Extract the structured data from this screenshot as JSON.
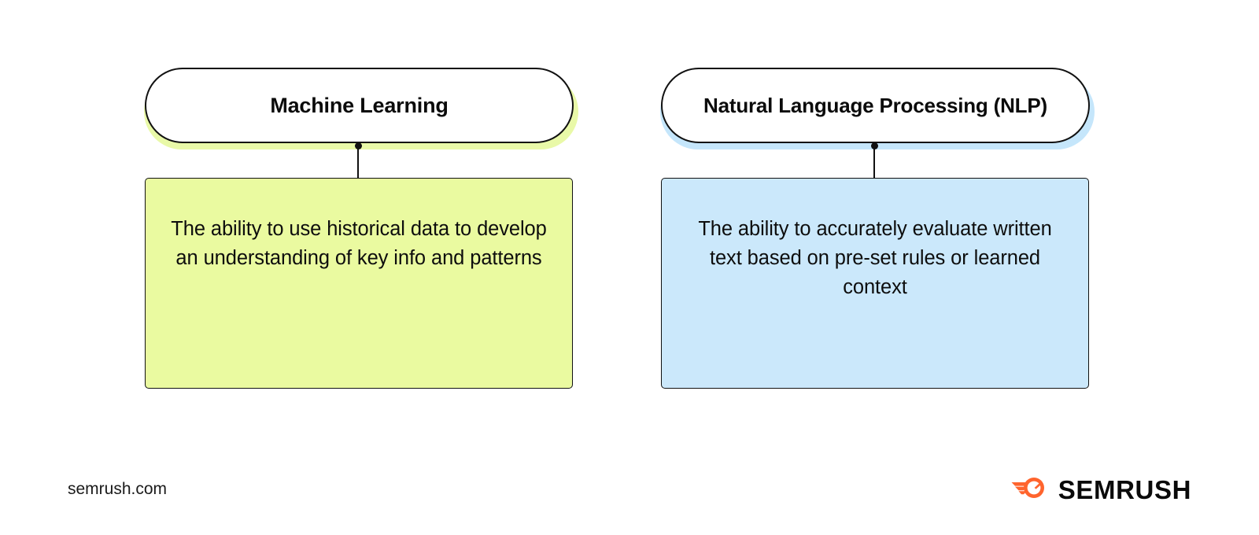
{
  "diagram": {
    "type": "two-column-concept-diagram",
    "columns": [
      {
        "id": "machine-learning",
        "title": "Machine Learning",
        "description": "The ability to use historical data to develop an understanding of key info and patterns",
        "accent_color": "#eafaa0",
        "glow_color": "#e9f9a8",
        "border_color": "#111111"
      },
      {
        "id": "natural-language-processing",
        "title": "Natural Language Processing (NLP)",
        "description": "The ability to accurately evaluate written text based on pre-set rules or learned context",
        "accent_color": "#cbe8fb",
        "glow_color": "#c5e6fb",
        "border_color": "#111111"
      }
    ]
  },
  "footer": {
    "url": "semrush.com",
    "brand_name": "SEMRUSH",
    "brand_icon": "semrush-comet-icon",
    "brand_icon_color": "#ff642d",
    "brand_text_color": "#0a0a0a"
  }
}
